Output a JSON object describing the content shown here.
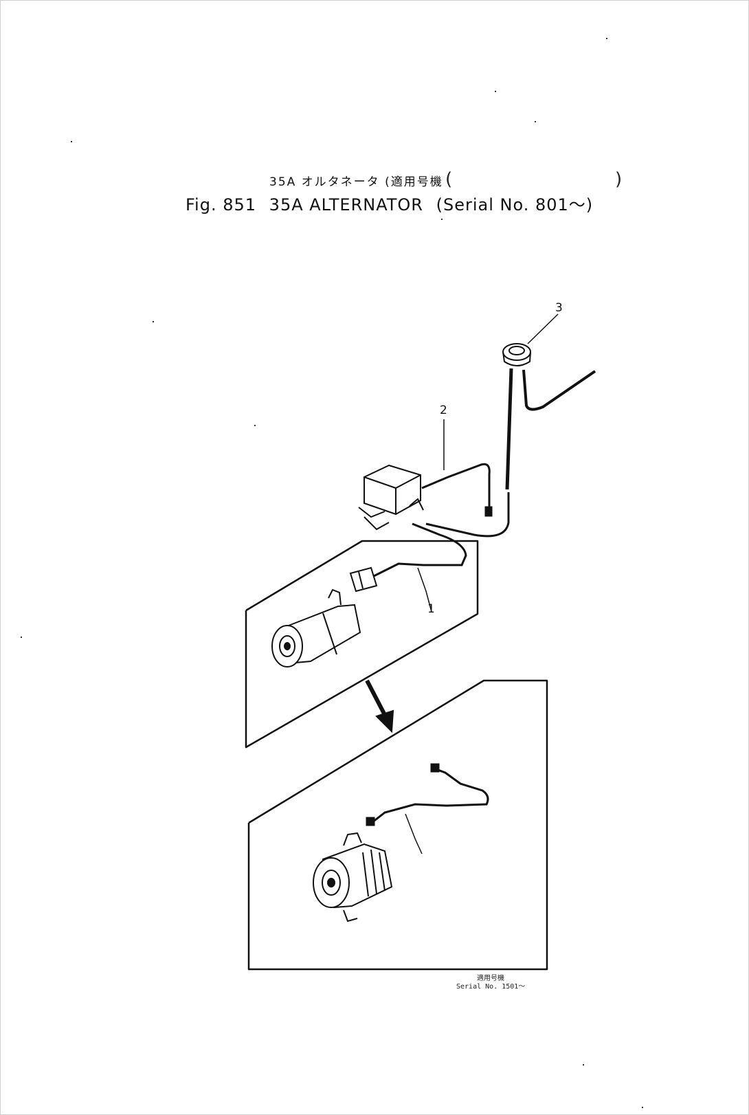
{
  "title": {
    "jp": "35A オルタネータ (適用号機",
    "fig": "Fig. 851",
    "part": "35A ALTERNATOR",
    "serial": "(Serial No. 801～)"
  },
  "callouts": {
    "c1": "1",
    "c2": "2",
    "c3": "3"
  },
  "note": {
    "line1": "適用号機",
    "line2": "Serial No. 1501～"
  }
}
